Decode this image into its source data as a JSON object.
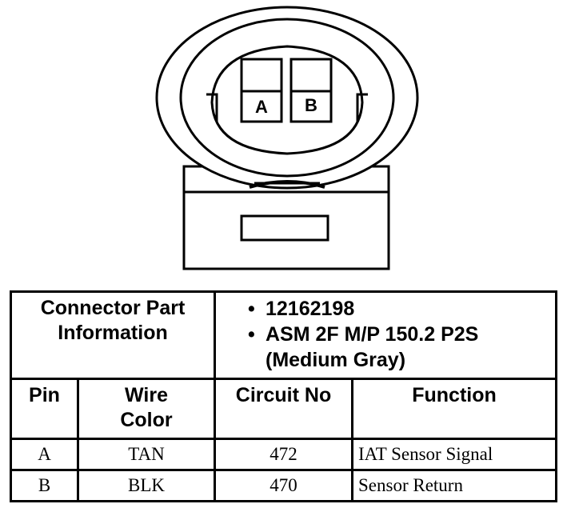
{
  "connector": {
    "pin_labels": [
      "A",
      "B"
    ]
  },
  "table": {
    "part_label_line1": "Connector Part",
    "part_label_line2": "Information",
    "part_numbers": [
      "12162198",
      "ASM 2F M/P 150.2 P2S"
    ],
    "part_color": "(Medium Gray)",
    "bullet_glyph": "•",
    "headers": {
      "pin": "Pin",
      "wire_color_line1": "Wire",
      "wire_color_line2": "Color",
      "circuit_no": "Circuit No",
      "function": "Function"
    },
    "rows": [
      {
        "pin": "A",
        "wire_color": "TAN",
        "circuit_no": "472",
        "function": "IAT Sensor Signal"
      },
      {
        "pin": "B",
        "wire_color": "BLK",
        "circuit_no": "470",
        "function": "Sensor Return"
      }
    ]
  }
}
